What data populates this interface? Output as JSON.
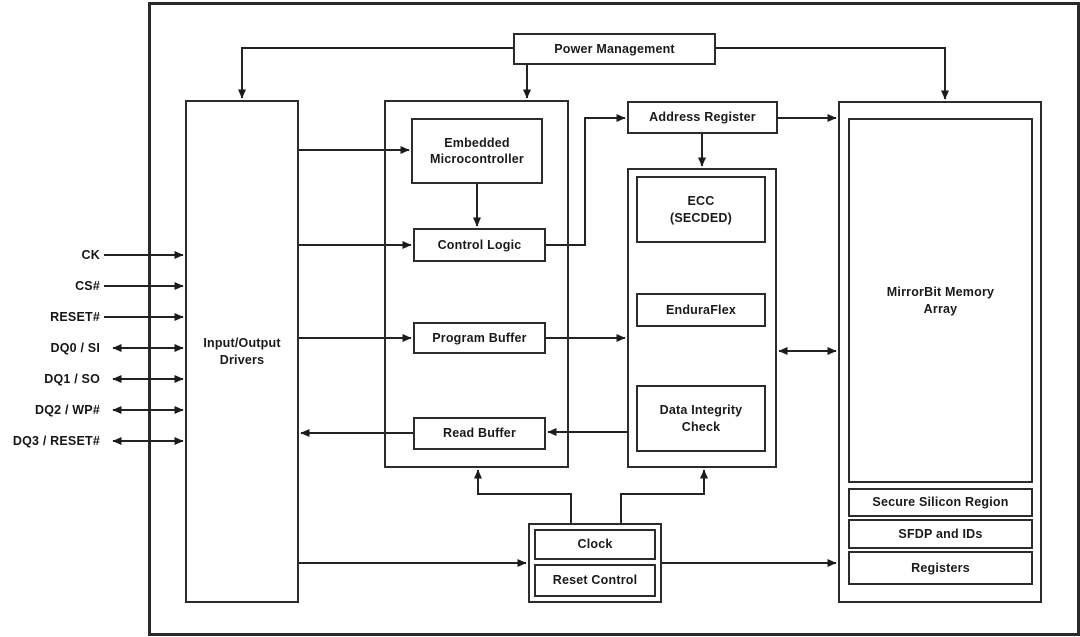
{
  "signals": [
    {
      "label": "CK",
      "direction": "in"
    },
    {
      "label": "CS#",
      "direction": "in"
    },
    {
      "label": "RESET#",
      "direction": "in"
    },
    {
      "label": "DQ0 / SI",
      "direction": "bidirectional"
    },
    {
      "label": "DQ1 / SO",
      "direction": "bidirectional"
    },
    {
      "label": "DQ2 / WP#",
      "direction": "bidirectional"
    },
    {
      "label": "DQ3 / RESET#",
      "direction": "bidirectional"
    }
  ],
  "blocks": {
    "power_management": "Power Management",
    "io_drivers": "Input/Output Drivers",
    "embedded_microcontroller": "Embedded Microcontroller",
    "control_logic": "Control Logic",
    "program_buffer": "Program Buffer",
    "read_buffer": "Read Buffer",
    "address_register": "Address Register",
    "ecc": "ECC (SECDED)",
    "enduraflex": "EnduraFlex",
    "data_integrity_check": "Data Integrity Check",
    "clock": "Clock",
    "reset_control": "Reset Control",
    "mirrorbit_memory_array": "MirrorBit Memory Array",
    "secure_silicon_region": "Secure Silicon Region",
    "sfdp_and_ids": "SFDP and IDs",
    "registers": "Registers"
  },
  "colors": {
    "line": "#232323",
    "text": "#1a1a1a",
    "background": "#ffffff"
  }
}
